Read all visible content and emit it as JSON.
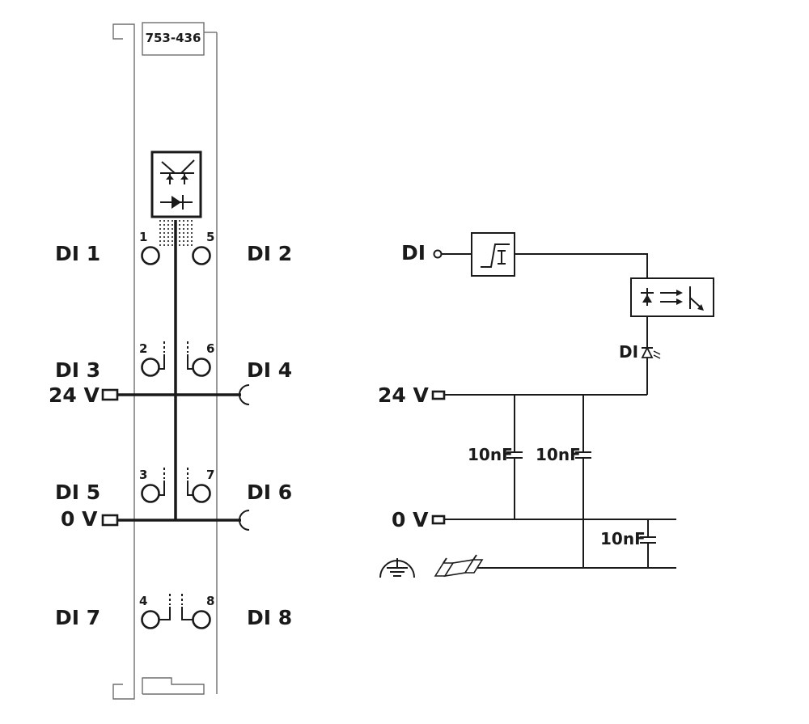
{
  "module": {
    "part_number": "753-436"
  },
  "terminal_block": {
    "labels": {
      "di1": "DI 1",
      "di2": "DI 2",
      "di3": "DI 3",
      "di4": "DI 4",
      "di5": "DI 5",
      "di6": "DI 6",
      "di7": "DI 7",
      "di8": "DI 8",
      "v24": "24 V",
      "v0": "0 V"
    },
    "terminal_numbers": [
      "1",
      "5",
      "2",
      "6",
      "3",
      "7",
      "4",
      "8"
    ]
  },
  "schematic": {
    "input_label": "DI",
    "led_label": "DI",
    "v24": "24 V",
    "v0": "0 V",
    "capacitors": [
      "10nF",
      "10nF",
      "10nF"
    ]
  }
}
